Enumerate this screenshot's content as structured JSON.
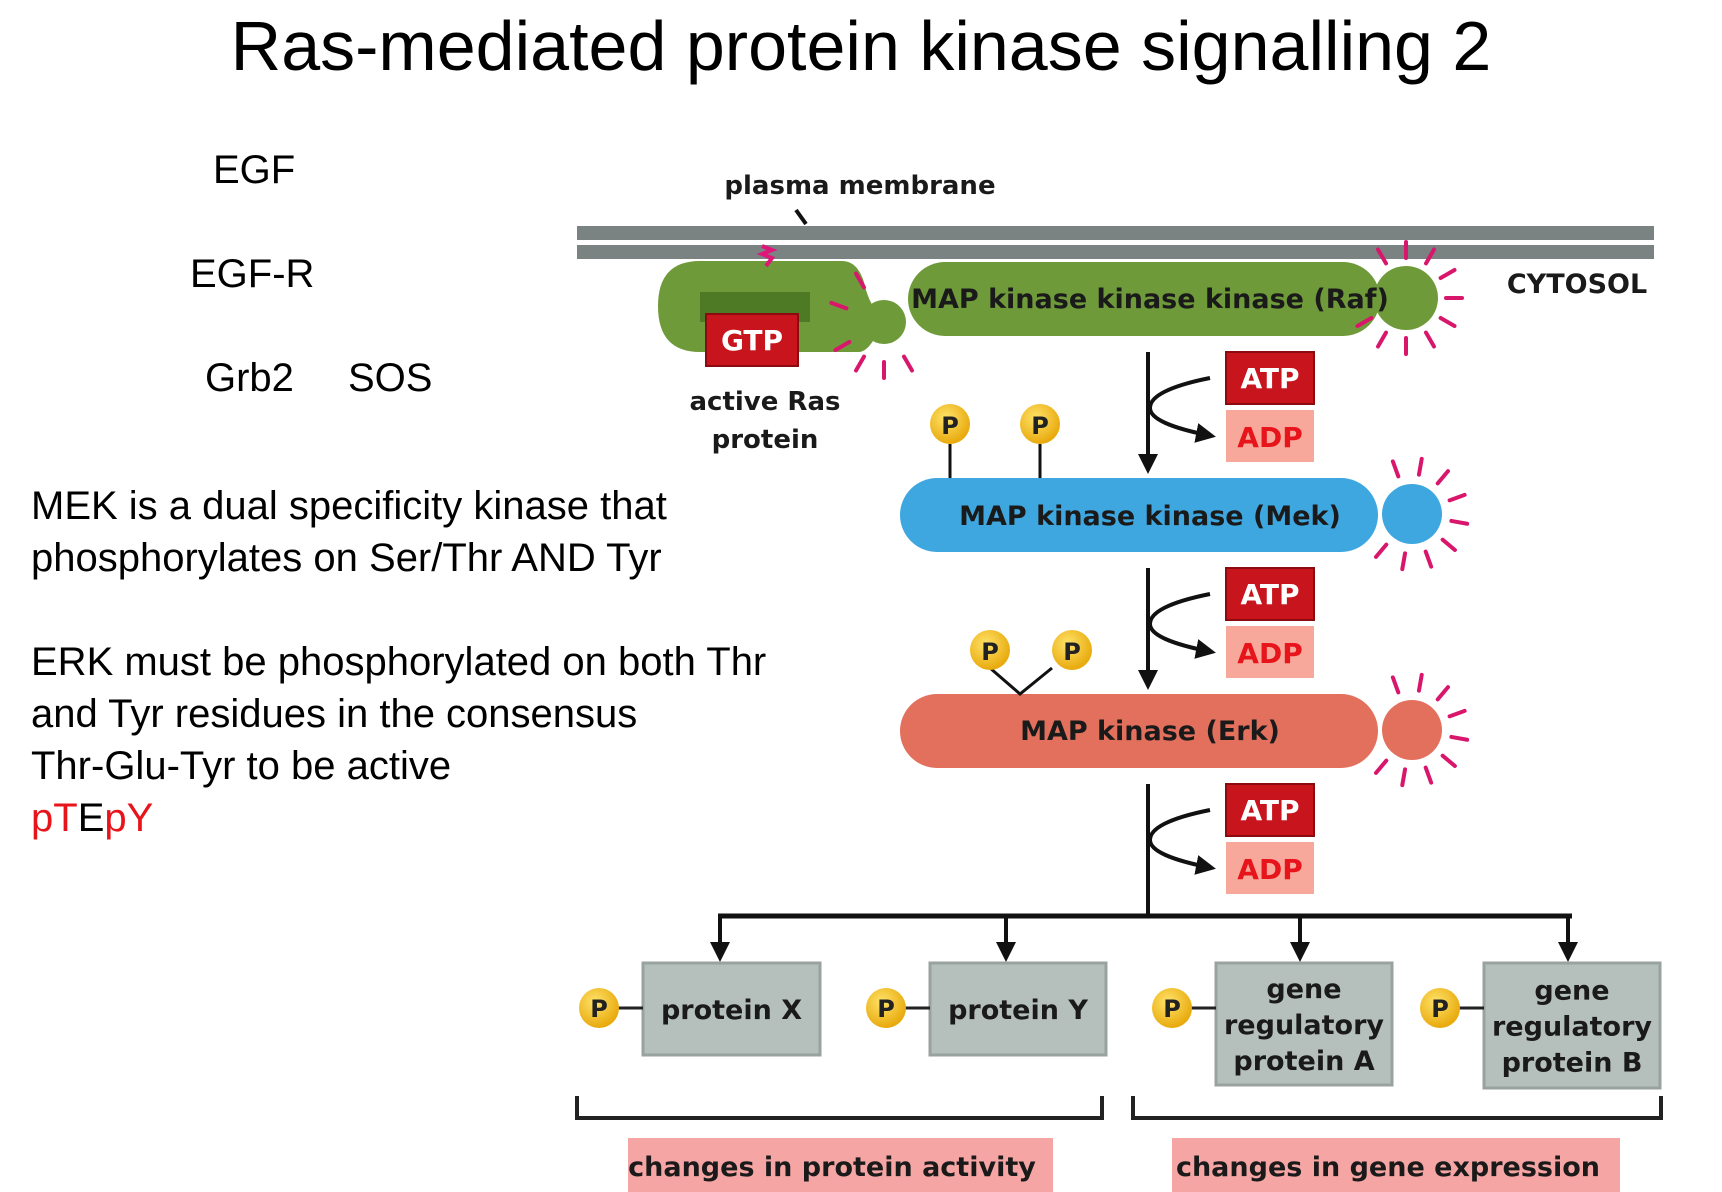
{
  "slide": {
    "title": "Ras-mediated protein kinase signalling 2",
    "left_labels": {
      "egf": "EGF",
      "egfr": "EGF-R",
      "grb2": "Grb2",
      "sos": "SOS"
    },
    "notes": {
      "mek_line1": "MEK is a dual specificity kinase that",
      "mek_line2": "phosphorylates on Ser/Thr AND Tyr",
      "erk_line1": "ERK must be phosphorylated on both Thr",
      "erk_line2": "and Tyr residues in the consensus",
      "erk_line3": "Thr-Glu-Tyr to be active",
      "motif": [
        {
          "text": "p",
          "color": "#e8141c"
        },
        {
          "text": "T",
          "color": "#e8141c"
        },
        {
          "text": "E",
          "color": "#000000"
        },
        {
          "text": "p",
          "color": "#e8141c"
        },
        {
          "text": "Y",
          "color": "#e8141c"
        }
      ]
    }
  },
  "diagram": {
    "plasma_membrane_label": "plasma membrane",
    "cytosol_label": "CYTOSOL",
    "ras": {
      "label_line1": "active Ras",
      "label_line2": "protein",
      "gtp": "GTP"
    },
    "raf": {
      "label": "MAP kinase kinase kinase (Raf)"
    },
    "mek": {
      "label": "MAP kinase kinase (Mek)"
    },
    "erk": {
      "label": "MAP kinase (Erk)"
    },
    "atp": "ATP",
    "adp": "ADP",
    "phosphate": "P",
    "targets": [
      {
        "lines": [
          "protein X"
        ]
      },
      {
        "lines": [
          "protein Y"
        ]
      },
      {
        "lines": [
          "gene",
          "regulatory",
          "protein A"
        ]
      },
      {
        "lines": [
          "gene",
          "regulatory",
          "protein B"
        ]
      }
    ],
    "outcomes": {
      "protein_activity": "changes in protein activity",
      "gene_expression": "changes in gene expression"
    },
    "colors": {
      "membrane": "#7a8282",
      "ras_raf": "#6f9a3a",
      "mek": "#3fa7e0",
      "erk": "#e3705c",
      "atp": "#c8141c",
      "adp_bg": "#f7a89a",
      "adp_text": "#e8141c",
      "phosphate": "#f4c21e",
      "target_box": "#b5bfbb",
      "outcome_box": "#f5a5a3",
      "activation_dash": "#d8176c"
    }
  }
}
